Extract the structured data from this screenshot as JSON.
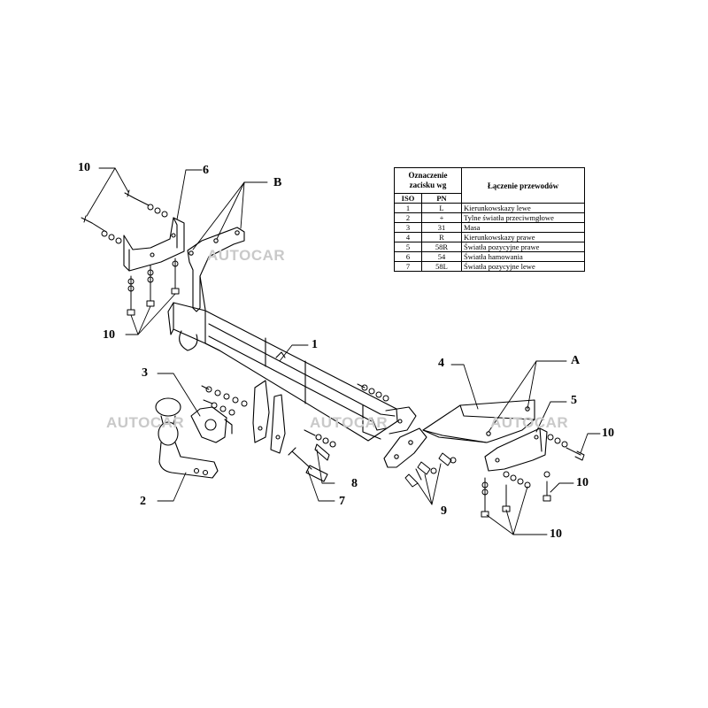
{
  "watermarks": [
    "AUTOCAR",
    "AUTOCAR",
    "AUTOCAR",
    "AUTOCAR"
  ],
  "callouts": {
    "label_10a": "10",
    "label_6": "6",
    "label_B": "B",
    "label_10b": "10",
    "label_1": "1",
    "label_3": "3",
    "label_2": "2",
    "label_8": "8",
    "label_7": "7",
    "label_9": "9",
    "label_4": "4",
    "label_A": "A",
    "label_5": "5",
    "label_10c": "10",
    "label_10d": "10",
    "label_10e": "10"
  },
  "table": {
    "header_designation": "Oznaczenie zacisku wg",
    "header_connection": "Łączenie przewodów",
    "col_iso": "ISO",
    "col_pn": "PN",
    "rows": [
      {
        "iso": "1",
        "pn": "L",
        "desc": "Kierunkowskazy lewe"
      },
      {
        "iso": "2",
        "pn": "+",
        "desc": "Tylne światła przeciwmgłowe"
      },
      {
        "iso": "3",
        "pn": "31",
        "desc": "Masa"
      },
      {
        "iso": "4",
        "pn": "R",
        "desc": "Kierunkowskazy prawe"
      },
      {
        "iso": "5",
        "pn": "58R",
        "desc": "Światła pozycyjne prawe"
      },
      {
        "iso": "6",
        "pn": "54",
        "desc": "Światła hamowania"
      },
      {
        "iso": "7",
        "pn": "58L",
        "desc": "Światła pozycyjne lewe"
      }
    ]
  }
}
